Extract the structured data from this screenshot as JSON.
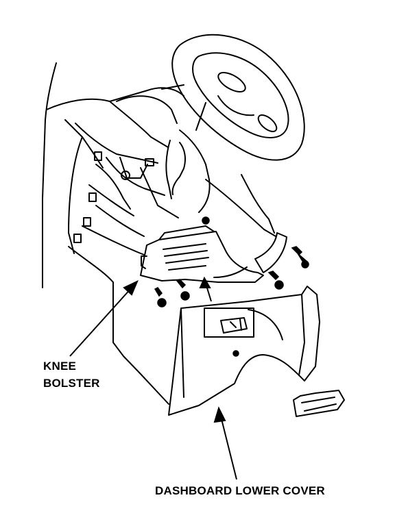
{
  "labels": {
    "knee_bolster": [
      "KNEE",
      "BOLSTER"
    ],
    "dashboard_lower_cover": "DASHBOARD LOWER COVER"
  },
  "colors": {
    "ink": "#000000",
    "paper": "#ffffff"
  }
}
